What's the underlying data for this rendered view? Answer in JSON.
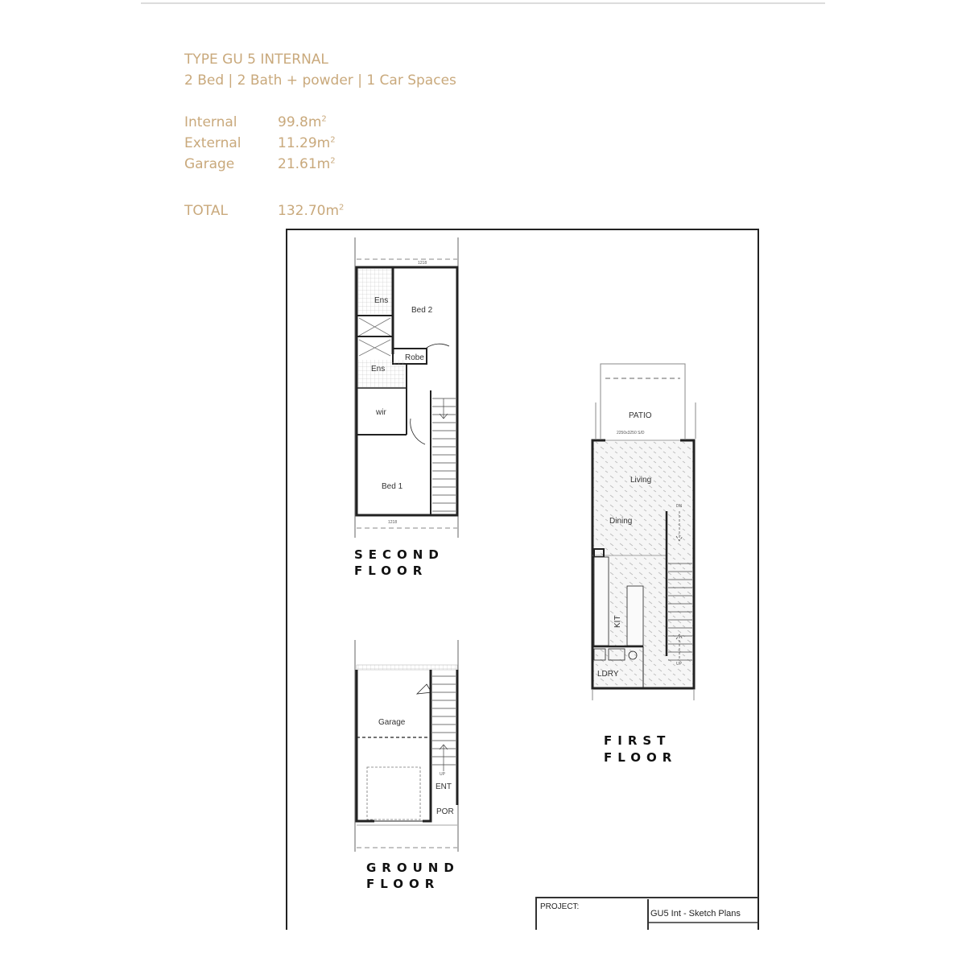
{
  "header": {
    "title": "TYPE GU 5 INTERNAL",
    "subtitle": "2 Bed | 2 Bath + powder | 1 Car Spaces",
    "accent_color": "#c9a97c"
  },
  "areas": [
    {
      "label": "Internal",
      "value": "99.8m",
      "unit_sup": "2"
    },
    {
      "label": "External",
      "value": "11.29m",
      "unit_sup": "2"
    },
    {
      "label": "Garage",
      "value": "21.61m",
      "unit_sup": "2"
    }
  ],
  "total": {
    "label": "TOTAL",
    "value": "132.70m",
    "unit_sup": "2"
  },
  "plan": {
    "second_floor": {
      "title_line1": "SECOND",
      "title_line2": "FLOOR",
      "rooms": {
        "bed2": "Bed 2",
        "ens1": "Ens",
        "robe": "Robe",
        "ens2": "Ens",
        "wir": "wir",
        "bed1": "Bed 1"
      },
      "dims": {
        "top": "1218",
        "bottom": "1218"
      }
    },
    "first_floor": {
      "title_line1": "FIRST",
      "title_line2": "FLOOR",
      "rooms": {
        "patio": "PATIO",
        "patio_door": "2250x3250 S/D",
        "living": "Living",
        "dining": "Dining",
        "kit": "KIT",
        "ldry": "LDRY",
        "up": "UP",
        "dn": "DN"
      }
    },
    "ground_floor": {
      "title_line1": "GROUND",
      "title_line2": "FLOOR",
      "rooms": {
        "garage": "Garage",
        "ent": "ENT",
        "por": "POR",
        "up": "UP"
      }
    },
    "title_block": {
      "project_label": "PROJECT:",
      "drawing_title": "GU5 Int - Sketch Plans"
    }
  }
}
